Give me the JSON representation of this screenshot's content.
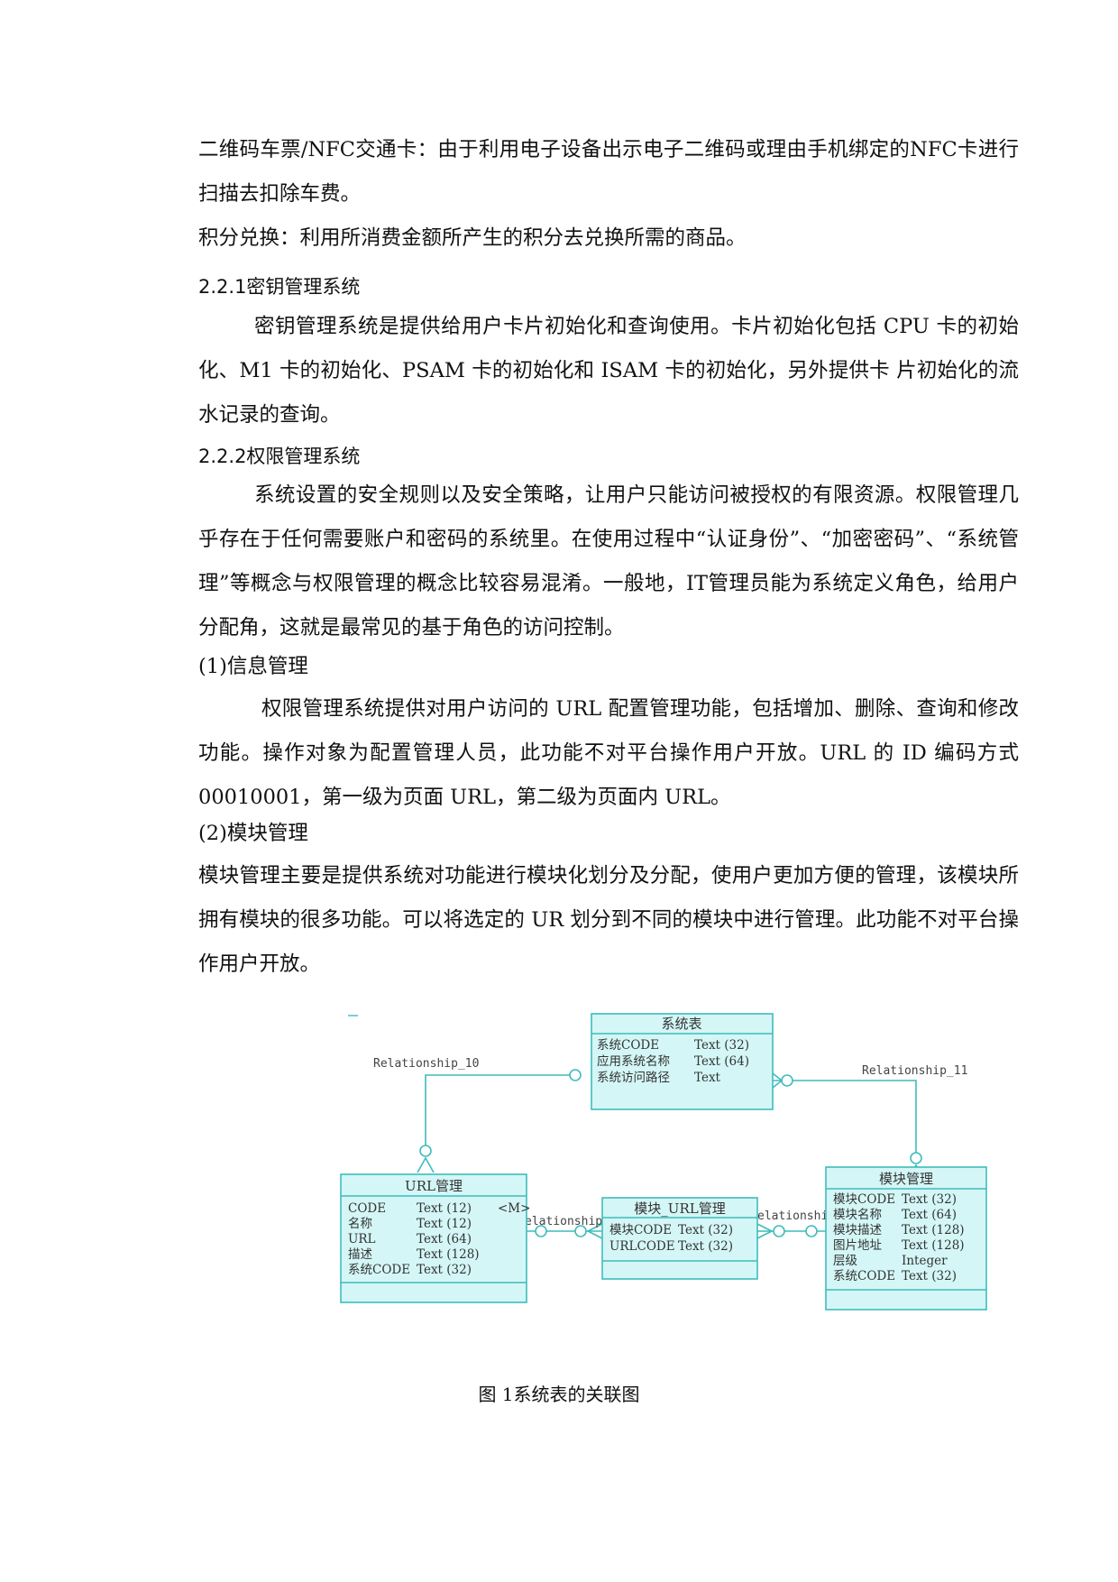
{
  "paragraphs": {
    "p1": "二维码车票/NFC交通卡：由于利用电子设备出示电子二维码或理由手机绑定的NFC卡进行扫描去扣除车费。",
    "p2": "积分兑换：利用所消费金额所产生的积分去兑换所需的商品。",
    "h221": "2.2.1密钥管理系统",
    "p3": "密钥管理系统是提供给用户卡片初始化和查询使用。卡片初始化包括 CPU 卡的初始化、M1 卡的初始化、PSAM 卡的初始化和 ISAM 卡的初始化，另外提供卡 片初始化的流水记录的查询。",
    "h222": "2.2.2权限管理系统",
    "p4": "系统设置的安全规则以及安全策略，让用户只能访问被授权的有限资源。权限管理几乎存在于任何需要账户和密码的系统里。在使用过程中“认证身份”、“加密密码”、“系统管理”等概念与权限管理的概念比较容易混淆。一般地，IT管理员能为系统定义角色，给用户分配角，这就是最常见的基于角色的访问控制。",
    "h1": "(1)信息管理",
    "p5": "权限管理系统提供对用户访问的 URL 配置管理功能，包括增加、删除、查询和修改功能。操作对象为配置管理人员，此功能不对平台操作用户开放。URL 的 ID 编码方式 00010001，第一级为页面 URL，第二级为页面内 URL。",
    "h2": "(2)模块管理",
    "p6": "模块管理主要是提供系统对功能进行模块化划分及分配，使用户更加方便的管理，该模块所拥有模块的很多功能。可以将选定的 UR 划分到不同的模块中进行管理。此功能不对平台操作用户开放。"
  },
  "diagram": {
    "relationships": [
      "Relationship_10",
      "Relationship_11",
      "elationship",
      "elationship"
    ],
    "entities": {
      "system": {
        "title": "系统表",
        "rows": [
          [
            "系统CODE",
            "Text (32)",
            ""
          ],
          [
            "应用系统名称",
            "Text (64)",
            ""
          ],
          [
            "系统访问路径",
            "Text",
            ""
          ]
        ]
      },
      "url": {
        "title": "URL管理",
        "rows": [
          [
            "CODE",
            "Text (12)",
            "<M>"
          ],
          [
            "名称",
            "Text (12)",
            ""
          ],
          [
            "URL",
            "Text (64)",
            ""
          ],
          [
            "描述",
            "Text (128)",
            ""
          ],
          [
            "系统CODE",
            "Text (32)",
            ""
          ]
        ]
      },
      "module_url": {
        "title": "模块_URL管理",
        "rows": [
          [
            "模块CODE",
            "Text (32)",
            ""
          ],
          [
            "URLCODE",
            "Text (32)",
            ""
          ]
        ]
      },
      "module": {
        "title": "模块管理",
        "rows": [
          [
            "模块CODE",
            "Text (32)",
            ""
          ],
          [
            "模块名称",
            "Text (64)",
            ""
          ],
          [
            "模块描述",
            "Text (128)",
            ""
          ],
          [
            "图片地址",
            "Text (128)",
            ""
          ],
          [
            "层级",
            "Integer",
            ""
          ],
          [
            "系统CODE",
            "Text (32)",
            ""
          ]
        ]
      }
    },
    "colors": {
      "border": "#3fbcbc",
      "fill": "#d4f6f6"
    }
  },
  "caption": "图 1系统表的关联图"
}
